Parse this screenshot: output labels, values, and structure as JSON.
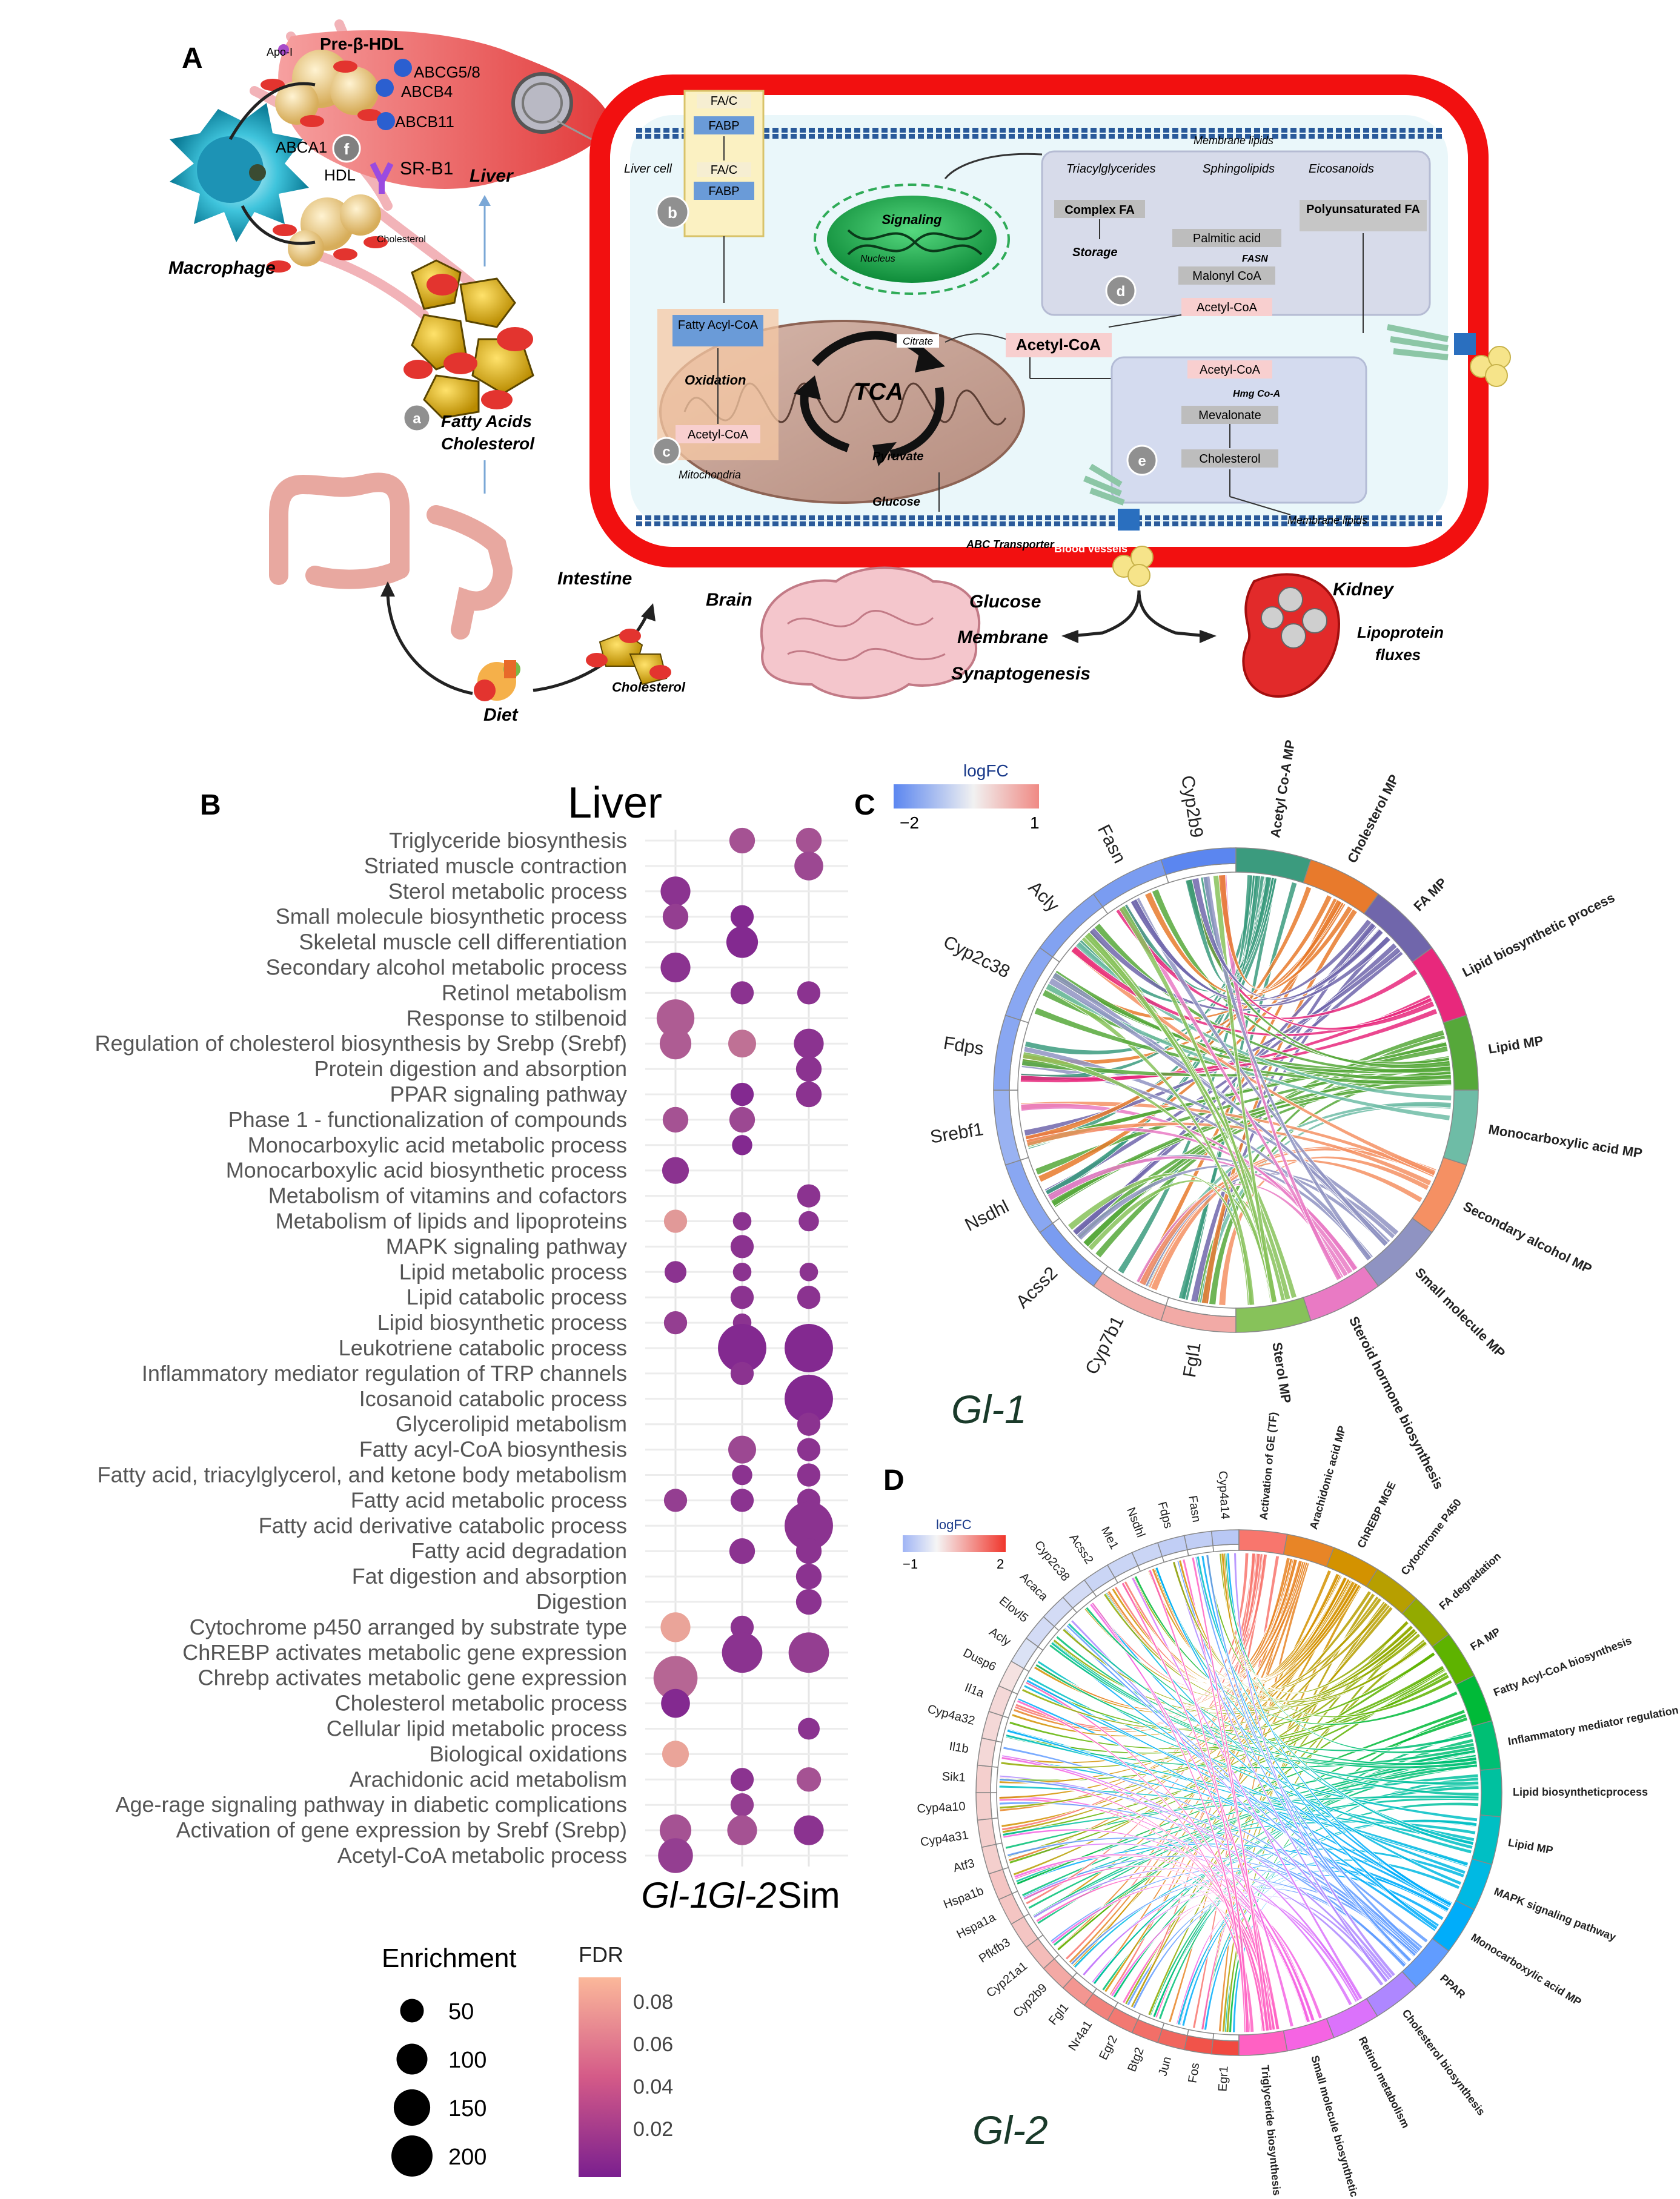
{
  "panel_letters": {
    "a": "A",
    "b": "B",
    "c": "C",
    "d": "D"
  },
  "panel_a": {
    "apo_i": "Apo-I",
    "pre_hdl": "Pre-β-HDL",
    "abcg58": "ABCG5/8",
    "abcb4": "ABCB4",
    "abcb11": "ABCB11",
    "abca1": "ABCA1",
    "hdl": "HDL",
    "srb1": "SR-B1",
    "liver": "Liver",
    "cholesterol_small": "Cholesterol",
    "macrophage": "Macrophage",
    "liver_cell": "Liver cell",
    "fatty_acids": "Fatty Acids",
    "cholesterol_big": "Cholesterol",
    "intestine": "Intestine",
    "diet": "Diet",
    "cholesterol_diet": "Cholesterol",
    "circles": {
      "a": "a",
      "b": "b",
      "c": "c",
      "d": "d",
      "e": "e",
      "f": "f"
    },
    "cell": {
      "fac1": "FA/C",
      "fabp1": "FABP",
      "fac2": "FA/C",
      "fabp2": "FABP",
      "membrane_lipids_top": "Membrane lipids",
      "triacyl": "Triacylglycerides",
      "sphingo": "Sphingolipids",
      "eicosa": "Eicosanoids",
      "signaling": "Signaling",
      "nucleus": "Nucleus",
      "complex_fa": "Complex FA",
      "storage": "Storage",
      "palmitic": "Palmitic acid",
      "fasn": "FASN",
      "malonyl": "Malonyl CoA",
      "acetyl_d": "Acetyl-CoA",
      "poly": "Polyunsaturated FA",
      "fatty_acyl": "Fatty Acyl-CoA",
      "oxidation": "Oxidation",
      "acetyl_c": "Acetyl-CoA",
      "mito": "Mitochondria",
      "tca": "TCA",
      "citrate": "Citrate",
      "acetyl_main": "Acetyl-CoA",
      "pyruvate": "Pyruvate",
      "glucose": "Glucose",
      "acetyl_e": "Acetyl-CoA",
      "hmg": "Hmg Co-A",
      "mevalonate": "Mevalonate",
      "cholesterol_e": "Cholesterol",
      "abc_transporter": "ABC Transporter",
      "membrane_lipids_bottom": "Membrane lipids",
      "blood_vessels": "Blood vessels"
    },
    "brain": "Brain",
    "glucose_out": "Glucose",
    "membrane_out": "Membrane",
    "synapto": "Synaptogenesis",
    "kidney": "Kidney",
    "lipo": "Lipoprotein",
    "fluxes": "fluxes"
  },
  "panel_b": {
    "title": "Liver",
    "columns": [
      "Gl-1",
      "Gl-2",
      "Sim"
    ],
    "legend": {
      "enrichment_title": "Enrichment",
      "sizes": [
        "50",
        "100",
        "150",
        "200"
      ],
      "fdr_title": "FDR",
      "fdr_ticks": [
        "0.08",
        "0.06",
        "0.04",
        "0.02"
      ]
    },
    "colors": {
      "low_fdr": "#7a1f8f",
      "high_fdr": "#fbb89a"
    }
  },
  "chart_data": [
    {
      "type": "scatter",
      "title": "Liver",
      "categories": [
        "Triglyceride biosynthesis",
        "Striated muscle contraction",
        "Sterol metabolic process",
        "Small molecule biosynthetic process",
        "Skeletal muscle cell differentiation",
        "Secondary alcohol metabolic process",
        "Retinol metabolism",
        "Response to stilbenoid",
        "Regulation of cholesterol biosynthesis by Srebp (Srebf)",
        "Protein digestion and absorption",
        "PPAR signaling pathway",
        "Phase 1 - functionalization of compounds",
        "Monocarboxylic acid metabolic process",
        "Monocarboxylic acid biosynthetic process",
        "Metabolism of vitamins and cofactors",
        "Metabolism of lipids and lipoproteins",
        "MAPK signaling pathway",
        "Lipid metabolic process",
        "Lipid catabolic process",
        "Lipid biosynthetic process",
        "Leukotriene catabolic process",
        "Inflammatory mediator regulation of TRP channels",
        "Icosanoid catabolic process",
        "Glycerolipid metabolism",
        "Fatty acyl-CoA biosynthesis",
        "Fatty acid, triacylglycerol, and ketone body metabolism",
        "Fatty acid metabolic process",
        "Fatty acid derivative catabolic process",
        "Fatty acid degradation",
        "Fat digestion and absorption",
        "Digestion",
        "Cytochrome p450 arranged by substrate type",
        "ChREBP activates metabolic gene expression",
        "Chrebp activates metabolic gene expression",
        "Cholesterol metabolic process",
        "Cellular lipid metabolic process",
        "Biological oxidations",
        "Arachidonic acid metabolism",
        "Age-rage signaling pathway in diabetic complications",
        "Activation of gene expression by Srebf (Srebp)",
        "Acetyl-CoA metabolic process"
      ],
      "x": [
        "Gl-1",
        "Gl-2",
        "Sim"
      ],
      "points": [
        {
          "term": "Triglyceride biosynthesis",
          "col": "Gl-2",
          "enrichment": 40,
          "fdr": 0.035
        },
        {
          "term": "Triglyceride biosynthesis",
          "col": "Sim",
          "enrichment": 40,
          "fdr": 0.035
        },
        {
          "term": "Striated muscle contraction",
          "col": "Sim",
          "enrichment": 55,
          "fdr": 0.03
        },
        {
          "term": "Sterol metabolic process",
          "col": "Gl-1",
          "enrichment": 60,
          "fdr": 0.02
        },
        {
          "term": "Small molecule biosynthetic process",
          "col": "Gl-1",
          "enrichment": 40,
          "fdr": 0.025
        },
        {
          "term": "Small molecule biosynthetic process",
          "col": "Gl-2",
          "enrichment": 30,
          "fdr": 0.015
        },
        {
          "term": "Skeletal muscle cell differentiation",
          "col": "Gl-2",
          "enrichment": 70,
          "fdr": 0.015
        },
        {
          "term": "Secondary alcohol metabolic process",
          "col": "Gl-1",
          "enrichment": 60,
          "fdr": 0.02
        },
        {
          "term": "Retinol metabolism",
          "col": "Gl-2",
          "enrichment": 30,
          "fdr": 0.02
        },
        {
          "term": "Retinol metabolism",
          "col": "Sim",
          "enrichment": 30,
          "fdr": 0.02
        },
        {
          "term": "Response to stilbenoid",
          "col": "Gl-1",
          "enrichment": 110,
          "fdr": 0.04
        },
        {
          "term": "Regulation of cholesterol biosynthesis by Srebp (Srebf)",
          "col": "Gl-1",
          "enrichment": 70,
          "fdr": 0.04
        },
        {
          "term": "Regulation of cholesterol biosynthesis by Srebp (Srebf)",
          "col": "Gl-2",
          "enrichment": 50,
          "fdr": 0.05
        },
        {
          "term": "Regulation of cholesterol biosynthesis by Srebp (Srebf)",
          "col": "Sim",
          "enrichment": 60,
          "fdr": 0.02
        },
        {
          "term": "Protein digestion and absorption",
          "col": "Sim",
          "enrichment": 40,
          "fdr": 0.02
        },
        {
          "term": "PPAR signaling pathway",
          "col": "Gl-2",
          "enrichment": 30,
          "fdr": 0.015
        },
        {
          "term": "PPAR signaling pathway",
          "col": "Sim",
          "enrichment": 40,
          "fdr": 0.02
        },
        {
          "term": "Phase 1 - functionalization of compounds",
          "col": "Gl-1",
          "enrichment": 40,
          "fdr": 0.035
        },
        {
          "term": "Phase 1 - functionalization of compounds",
          "col": "Gl-2",
          "enrichment": 40,
          "fdr": 0.03
        },
        {
          "term": "Monocarboxylic acid metabolic process",
          "col": "Gl-2",
          "enrichment": 20,
          "fdr": 0.015
        },
        {
          "term": "Monocarboxylic acid biosynthetic process",
          "col": "Gl-1",
          "enrichment": 45,
          "fdr": 0.02
        },
        {
          "term": "Metabolism of vitamins and cofactors",
          "col": "Sim",
          "enrichment": 30,
          "fdr": 0.02
        },
        {
          "term": "Metabolism of lipids and lipoproteins",
          "col": "Gl-1",
          "enrichment": 30,
          "fdr": 0.07
        },
        {
          "term": "Metabolism of lipids and lipoproteins",
          "col": "Gl-2",
          "enrichment": 15,
          "fdr": 0.02
        },
        {
          "term": "Metabolism of lipids and lipoproteins",
          "col": "Sim",
          "enrichment": 20,
          "fdr": 0.02
        },
        {
          "term": "MAPK signaling pathway",
          "col": "Gl-2",
          "enrichment": 30,
          "fdr": 0.02
        },
        {
          "term": "Lipid metabolic process",
          "col": "Gl-1",
          "enrichment": 25,
          "fdr": 0.02
        },
        {
          "term": "Lipid metabolic process",
          "col": "Gl-2",
          "enrichment": 15,
          "fdr": 0.02
        },
        {
          "term": "Lipid metabolic process",
          "col": "Sim",
          "enrichment": 15,
          "fdr": 0.02
        },
        {
          "term": "Lipid catabolic process",
          "col": "Gl-2",
          "enrichment": 30,
          "fdr": 0.02
        },
        {
          "term": "Lipid catabolic process",
          "col": "Sim",
          "enrichment": 30,
          "fdr": 0.02
        },
        {
          "term": "Lipid biosynthetic process",
          "col": "Gl-1",
          "enrichment": 30,
          "fdr": 0.025
        },
        {
          "term": "Lipid biosynthetic process",
          "col": "Gl-2",
          "enrichment": 15,
          "fdr": 0.02
        },
        {
          "term": "Leukotriene catabolic process",
          "col": "Gl-2",
          "enrichment": 200,
          "fdr": 0.015
        },
        {
          "term": "Leukotriene catabolic process",
          "col": "Sim",
          "enrichment": 200,
          "fdr": 0.015
        },
        {
          "term": "Inflammatory mediator regulation of TRP channels",
          "col": "Gl-2",
          "enrichment": 30,
          "fdr": 0.02
        },
        {
          "term": "Icosanoid catabolic process",
          "col": "Sim",
          "enrichment": 200,
          "fdr": 0.015
        },
        {
          "term": "Glycerolipid metabolism",
          "col": "Sim",
          "enrichment": 30,
          "fdr": 0.02
        },
        {
          "term": "Fatty acyl-CoA biosynthesis",
          "col": "Gl-2",
          "enrichment": 50,
          "fdr": 0.03
        },
        {
          "term": "Fatty acyl-CoA biosynthesis",
          "col": "Sim",
          "enrichment": 30,
          "fdr": 0.02
        },
        {
          "term": "Fatty acid, triacylglycerol, and ketone body metabolism",
          "col": "Gl-2",
          "enrichment": 20,
          "fdr": 0.02
        },
        {
          "term": "Fatty acid, triacylglycerol, and ketone body metabolism",
          "col": "Sim",
          "enrichment": 30,
          "fdr": 0.02
        },
        {
          "term": "Fatty acid metabolic process",
          "col": "Gl-1",
          "enrichment": 30,
          "fdr": 0.025
        },
        {
          "term": "Fatty acid metabolic process",
          "col": "Gl-2",
          "enrichment": 30,
          "fdr": 0.02
        },
        {
          "term": "Fatty acid metabolic process",
          "col": "Sim",
          "enrichment": 30,
          "fdr": 0.02
        },
        {
          "term": "Fatty acid derivative catabolic process",
          "col": "Sim",
          "enrichment": 200,
          "fdr": 0.02
        },
        {
          "term": "Fatty acid degradation",
          "col": "Gl-2",
          "enrichment": 40,
          "fdr": 0.02
        },
        {
          "term": "Fatty acid degradation",
          "col": "Sim",
          "enrichment": 40,
          "fdr": 0.02
        },
        {
          "term": "Fat digestion and absorption",
          "col": "Sim",
          "enrichment": 40,
          "fdr": 0.02
        },
        {
          "term": "Digestion",
          "col": "Sim",
          "enrichment": 40,
          "fdr": 0.02
        },
        {
          "term": "Cytochrome p450 arranged by substrate type",
          "col": "Gl-1",
          "enrichment": 60,
          "fdr": 0.075
        },
        {
          "term": "Cytochrome p450 arranged by substrate type",
          "col": "Gl-2",
          "enrichment": 30,
          "fdr": 0.02
        },
        {
          "term": "ChREBP activates metabolic gene expression",
          "col": "Gl-2",
          "enrichment": 130,
          "fdr": 0.02
        },
        {
          "term": "ChREBP activates metabolic gene expression",
          "col": "Sim",
          "enrichment": 130,
          "fdr": 0.025
        },
        {
          "term": "Chrebp activates metabolic gene expression",
          "col": "Gl-1",
          "enrichment": 160,
          "fdr": 0.045
        },
        {
          "term": "Cholesterol metabolic process",
          "col": "Gl-1",
          "enrichment": 55,
          "fdr": 0.015
        },
        {
          "term": "Cellular lipid metabolic process",
          "col": "Sim",
          "enrichment": 25,
          "fdr": 0.02
        },
        {
          "term": "Biological oxidations",
          "col": "Gl-1",
          "enrichment": 45,
          "fdr": 0.075
        },
        {
          "term": "Arachidonic acid metabolism",
          "col": "Gl-2",
          "enrichment": 30,
          "fdr": 0.02
        },
        {
          "term": "Arachidonic acid metabolism",
          "col": "Sim",
          "enrichment": 35,
          "fdr": 0.035
        },
        {
          "term": "Age-rage signaling pathway in diabetic complications",
          "col": "Gl-2",
          "enrichment": 30,
          "fdr": 0.025
        },
        {
          "term": "Activation of gene expression by Srebf (Srebp)",
          "col": "Gl-1",
          "enrichment": 70,
          "fdr": 0.035
        },
        {
          "term": "Activation of gene expression by Srebf (Srebp)",
          "col": "Gl-2",
          "enrichment": 60,
          "fdr": 0.035
        },
        {
          "term": "Activation of gene expression by Srebf (Srebp)",
          "col": "Sim",
          "enrichment": 60,
          "fdr": 0.02
        },
        {
          "term": "Acetyl-CoA metabolic process",
          "col": "Gl-1",
          "enrichment": 90,
          "fdr": 0.025
        }
      ]
    },
    {
      "type": "chord",
      "logfc_legend": {
        "title": "logFC",
        "min": "−2",
        "max": "1"
      },
      "genes": [
        "Fgl1",
        "Cyp7b1",
        "Acss2",
        "Nsdhl",
        "Srebf1",
        "Fdps",
        "Cyp2c38",
        "Acly",
        "Fasn",
        "Cyp2b9"
      ],
      "gene_logfc": [
        0.7,
        0.7,
        -1.6,
        -1.4,
        -1.2,
        -1.4,
        -1.4,
        -1.5,
        -1.6,
        -2.0
      ],
      "terms": [
        "Acetyl Co-A MP",
        "Cholesterol MP",
        "FA MP",
        "Lipid biosynthetic process",
        "Lipid MP",
        "Monocarboxylic acid MP",
        "Secondary alcohol MP",
        "Small molecule MP",
        "Steroid hormone biosynthesis",
        "Sterol MP"
      ],
      "term_colors": [
        "#3b9b7e",
        "#e87a2c",
        "#7066ab",
        "#e8287c",
        "#56a83a",
        "#6ebca6",
        "#f59063",
        "#8f93c2",
        "#e97ac4",
        "#87c25a"
      ],
      "group_label": "Gl-1"
    },
    {
      "type": "chord",
      "logfc_legend": {
        "title": "logFC",
        "min": "−1",
        "max": "2"
      },
      "genes": [
        "Egr1",
        "Fos",
        "Jun",
        "Btg2",
        "Egr2",
        "Nr4a1",
        "Fgl1",
        "Cyp2b9",
        "Cyp21a1",
        "Pfkfb3",
        "Hspa1a",
        "Hspa1b",
        "Atf3",
        "Cyp4a31",
        "Cyp4a10",
        "Sik1",
        "Il1b",
        "Cyp4a32",
        "Il1a",
        "Dusp6",
        "Acly",
        "Elovl5",
        "Acaca",
        "Cyp2c38",
        "Acss2",
        "Me1",
        "Nsdhl",
        "Fdps",
        "Fasn",
        "Cyp4a14"
      ],
      "gene_logfc": [
        1.8,
        1.7,
        1.5,
        1.4,
        1.3,
        1.2,
        1.0,
        0.8,
        0.6,
        0.5,
        0.5,
        0.5,
        0.4,
        0.4,
        0.4,
        0.4,
        0.3,
        0.3,
        0.3,
        0.2,
        -0.3,
        -0.4,
        -0.4,
        -0.4,
        -0.5,
        -0.5,
        -0.5,
        -0.6,
        -0.6,
        -0.7
      ],
      "terms": [
        "Activation of GE (TF)",
        "Arachidonic acid MP",
        "ChREBP MGE",
        "Cytochrome P450",
        "FA degradation",
        "FA MP",
        "Fatty Acyl-CoA biosynthesis",
        "Inflammatory mediator regulation of TRP channelsc",
        "Lipid biosyntheticprocess",
        "Lipid MP",
        "MAPK signaling pathway",
        "Monocarboxylic acid MP",
        "PPAR",
        "Cholesterol biosynthesis",
        "Retinol metabolism",
        "Small molecule biosynthetic process",
        "Triglyceride biosynthesis"
      ],
      "term_colors": [
        "#f8766d",
        "#e88526",
        "#d39200",
        "#b79f00",
        "#93aa00",
        "#5eb300",
        "#00ba38",
        "#00bf74",
        "#00c19f",
        "#00bfc4",
        "#00b9e3",
        "#00adfa",
        "#619cff",
        "#ae87ff",
        "#db72fb",
        "#f564e3",
        "#ff61c3"
      ],
      "group_label": "Gl-2"
    }
  ]
}
